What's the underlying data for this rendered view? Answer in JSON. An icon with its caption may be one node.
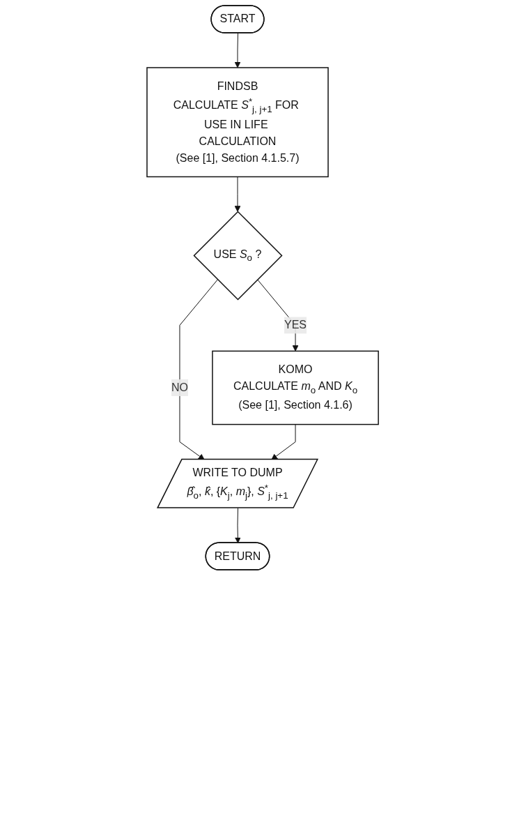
{
  "diagram": {
    "nodes": [
      {
        "text": [
          "START"
        ]
      },
      {
        "text": [
          "FINDSB",
          "CALCULATE *S*$^{*}$$_{j, j+1}$ FOR USE IN LIFE CALCULATION",
          "(See [1], Section 4.1.5.7)"
        ]
      },
      {
        "text": [
          "USE *S*$_{o}$ ?"
        ]
      },
      {
        "text": [
          "KOMO",
          "CALCULATE *m*$_{o}$ AND *K*$_{o}$",
          "(See [1], Section 4.1.6)"
        ]
      },
      {
        "text": [
          "WRITE TO DUMP",
          "*β̂*$_{o}$, *k̂*, {*K*$_{j}$, *m*$_{j}$}, *S*$^{*}$$_{j, j+1}$"
        ]
      },
      {
        "text": [
          "RETURN"
        ]
      }
    ],
    "edges": [
      {
        "from": 0,
        "to": 1,
        "arrow": "to"
      },
      {
        "from": 1,
        "to": 2,
        "arrow": "to"
      },
      {
        "from": 2,
        "to": 3,
        "arrow": "to",
        "label": "YES"
      },
      {
        "from": 2,
        "to": 4,
        "arrow": "to",
        "label": "NO"
      },
      {
        "from": 3,
        "to": 4,
        "arrow": "to"
      },
      {
        "from": 4,
        "to": 5,
        "arrow": "to"
      }
    ]
  }
}
